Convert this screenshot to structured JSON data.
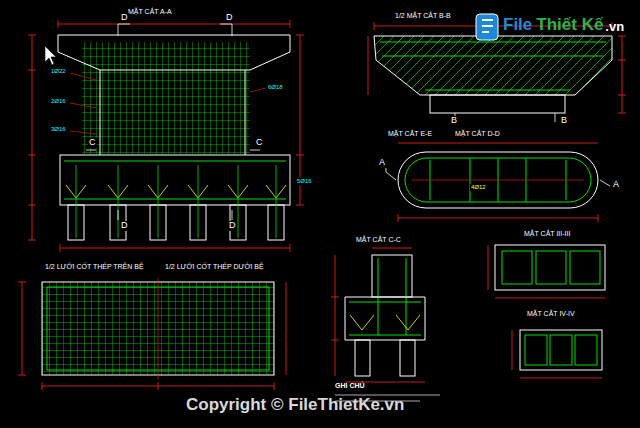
{
  "diagram": {
    "labels": [
      "MẶT CẮT A-A",
      "1/2 MẶT CẮT B-B",
      "MẶT CẮT E-E",
      "MẶT CẮT D-D",
      "1/2 LƯỚI CỐT THÉP TRÊN BỆ",
      "1/2 LƯỚI CỐT THÉP DƯỚI BỆ",
      "MẶT CẮT C-C",
      "MẶT CẮT III-III",
      "MẶT CẮT IV-IV",
      "GHI CHÚ",
      "D",
      "D",
      "C",
      "C",
      "D",
      "D",
      "A",
      "A",
      "B",
      "B",
      "1Ø22",
      "2Ø16",
      "3Ø16",
      "6Ø18",
      "4Ø12",
      "5Ø16",
      "File",
      "Thiết Kế",
      ".vn",
      "Copyright © FileThietKe.vn"
    ]
  }
}
